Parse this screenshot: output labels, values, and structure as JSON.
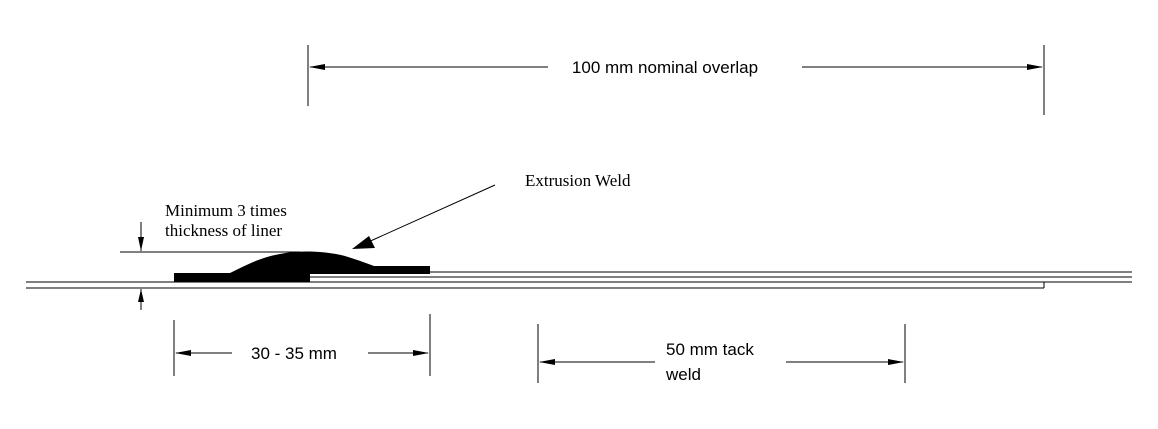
{
  "diagram": {
    "overlap_label": "100 mm nominal overlap",
    "extrusion_weld_label": "Extrusion Weld",
    "min_thickness_label_line1": "Minimum 3 times",
    "min_thickness_label_line2": "thickness of liner",
    "weld_width_label": "30 - 35 mm",
    "tack_weld_label_line1": "50 mm tack",
    "tack_weld_label_line2": "weld"
  },
  "colors": {
    "ink": "#000000",
    "background": "#ffffff"
  }
}
